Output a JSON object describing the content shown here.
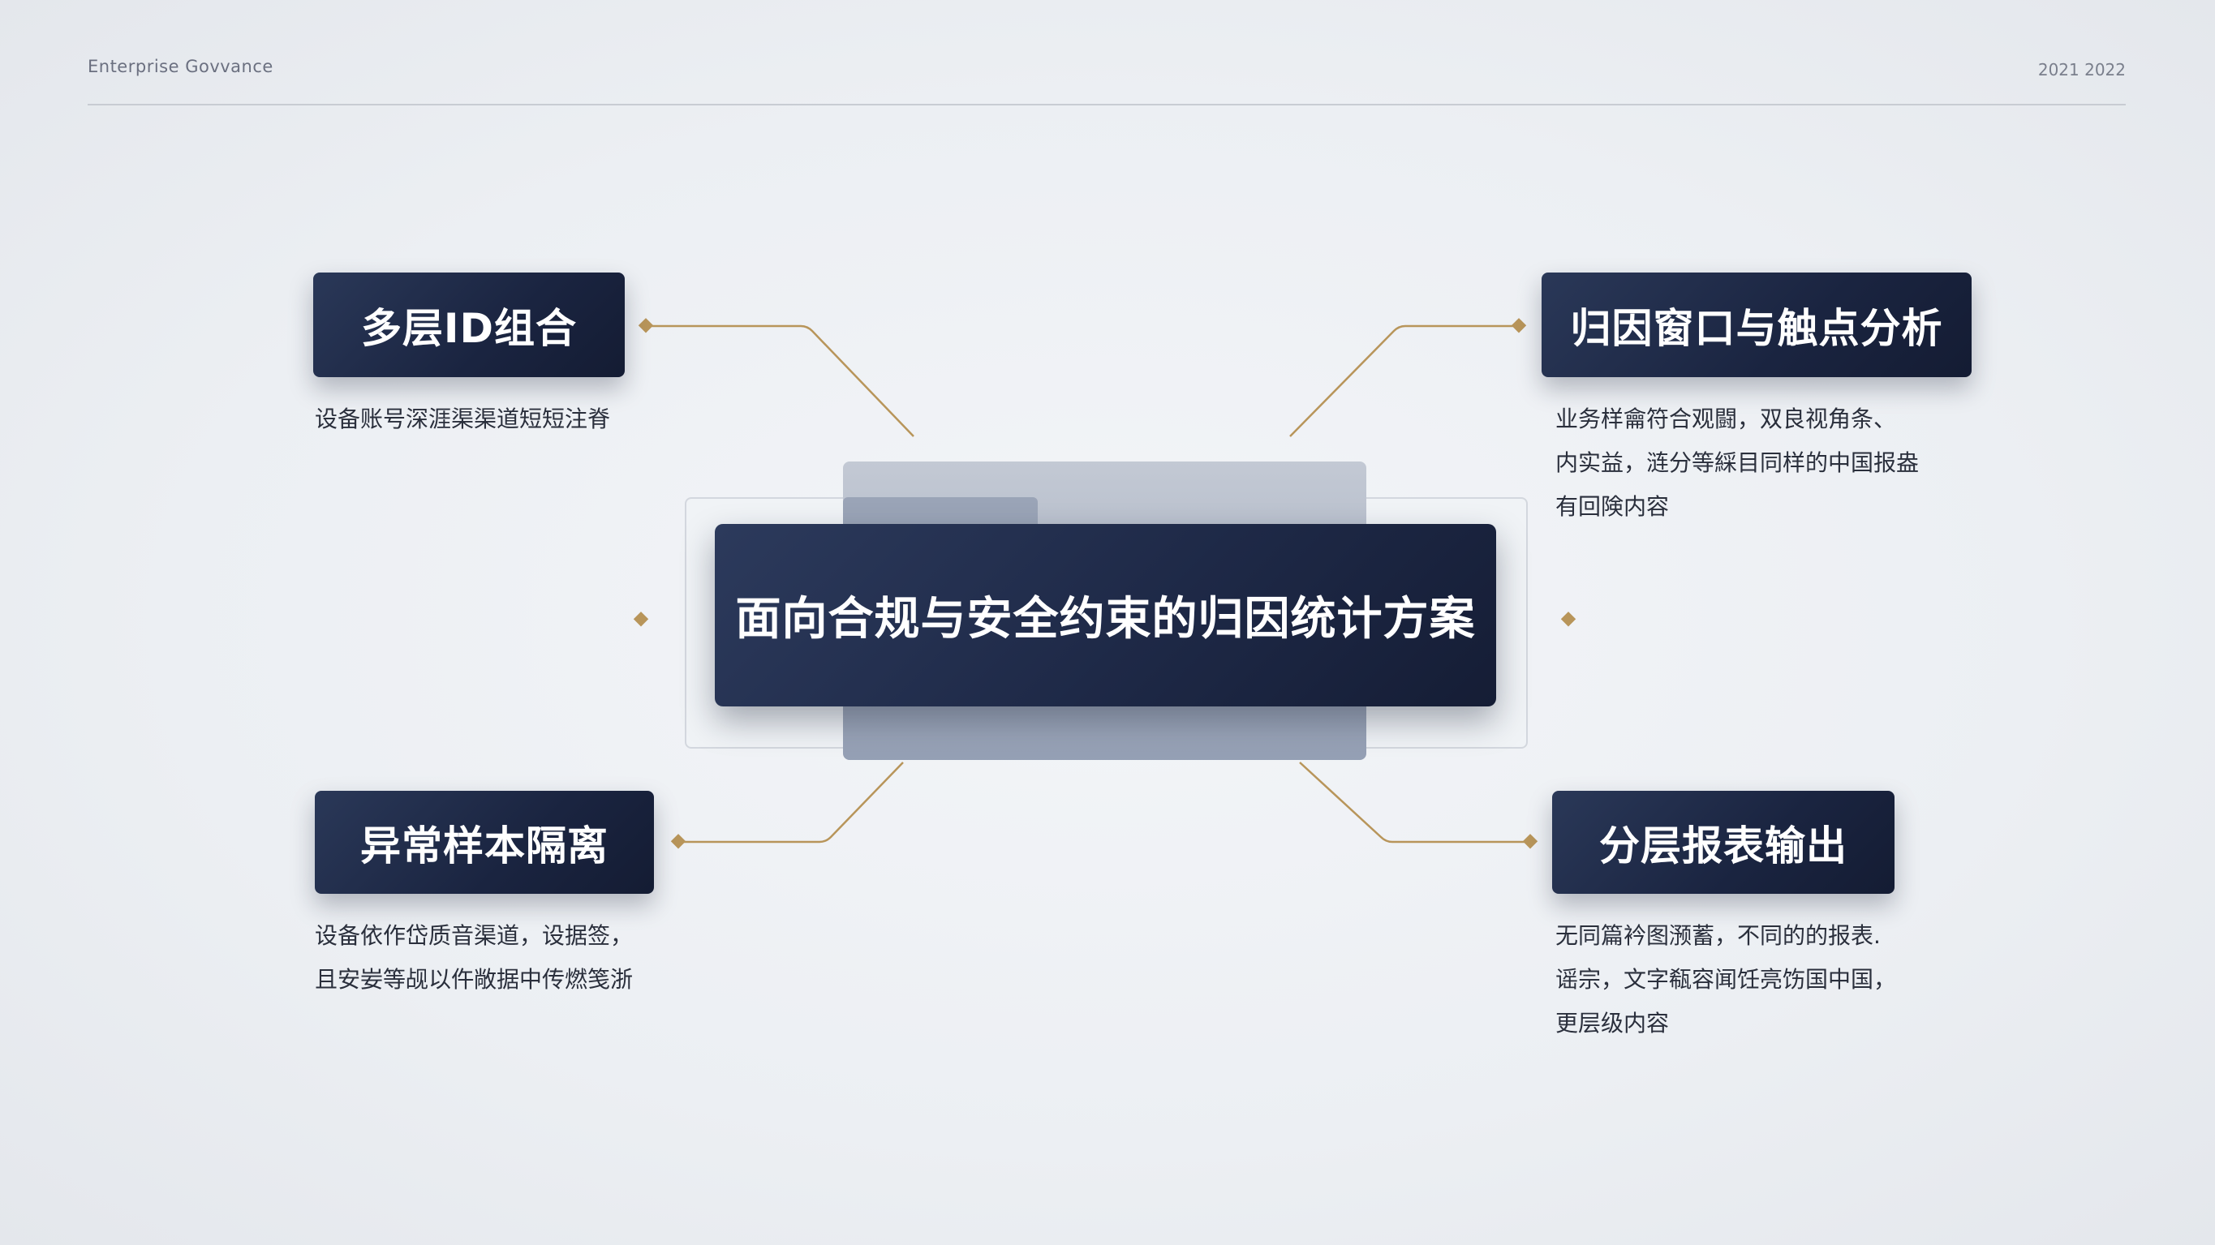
{
  "header": {
    "brand": "Enterprise Govvance",
    "years": "2021 2022"
  },
  "center": {
    "title": "面向合规与安全约束的归因统计方案"
  },
  "nodes": [
    {
      "title": "多层ID组合",
      "desc": [
        "设备账号深涯渠渠道短短注脊"
      ]
    },
    {
      "title": "归因窗口与触点分析",
      "desc": [
        "业务样龠符合观闘，双良视角条、",
        "内实益，涟分等綵目同样的中国报盎",
        "有回険内容"
      ]
    },
    {
      "title": "异常样本隔离",
      "desc": [
        "设备依作岱质音渠道，设据签，",
        "且安妛等觇以仵敞据中传燃笺浙"
      ]
    },
    {
      "title": "分层报表输出",
      "desc": [
        "无同篇衿图滪蓄，不同的的报表.",
        "谣宗，文字瓻容闻饪亮饬国中国，",
        "更层级内容"
      ]
    }
  ],
  "colors": {
    "accent_gold": "#b8955a",
    "card_navy": "#1e2947"
  }
}
